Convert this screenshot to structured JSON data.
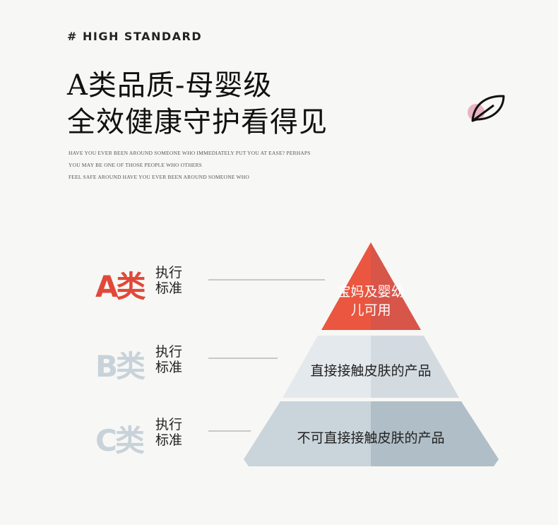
{
  "header": {
    "tag": "# HIGH STANDARD",
    "title_line1": "A类品质-母婴级",
    "title_line2": "全效健康守护看得见",
    "english": [
      "HAVE YOU EVER BEEN AROUND SOMEONE WHO IMMEDIATELY PUT YOU AT EASE? PERHAPS",
      "YOU MAY BE ONE OF THOSE PEOPLE WHO OTHERS",
      "FEEL SAFE AROUND HAVE YOU EVER BEEN AROUND SOMEONE WHO"
    ]
  },
  "levels": [
    {
      "class": "A类",
      "standard": "执行标准",
      "pyramid_text": "宝妈及婴幼儿可用",
      "color": "#e2483a"
    },
    {
      "class": "B类",
      "standard": "执行标准",
      "pyramid_text": "直接接触皮肤的产品",
      "color": "#c9d3da"
    },
    {
      "class": "C类",
      "standard": "执行标准",
      "pyramid_text": "不可直接接触皮肤的产品",
      "color": "#c9d3da"
    }
  ]
}
